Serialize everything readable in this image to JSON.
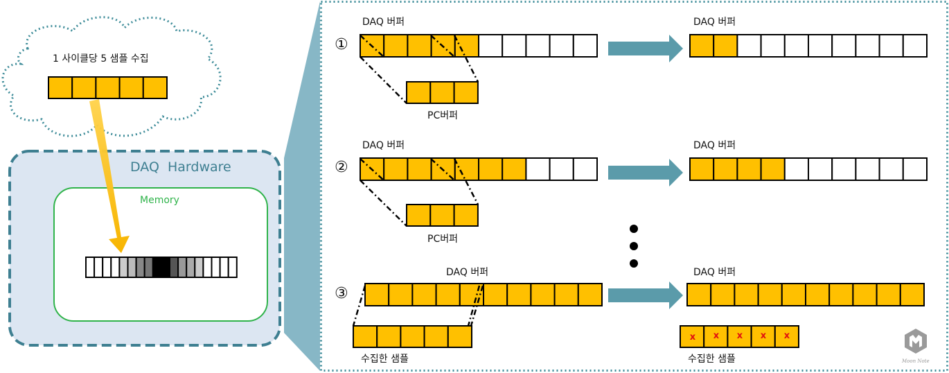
{
  "colors": {
    "fill": "#FFC000",
    "teal": "#3E7F91",
    "arrow": "#5B9BAA",
    "green": "#2FB34A",
    "hw_bg": "#DCE6F2",
    "x": "#E01010"
  },
  "left": {
    "cloud_text": "1 사이클당 5 샘플 수집",
    "hardware_title": "DAQ  Hardware",
    "memory_label": "Memory"
  },
  "rows": [
    {
      "num": "①",
      "daq_label": "DAQ 버퍼",
      "pc_label": "PC버퍼",
      "result_label": "DAQ 버퍼"
    },
    {
      "num": "②",
      "daq_label": "DAQ 버퍼",
      "pc_label": "PC버퍼",
      "result_label": "DAQ 버퍼"
    },
    {
      "num": "③",
      "daq_label": "DAQ 버퍼",
      "pc_label": "수집한 샘플",
      "result_label": "DAQ 버퍼",
      "lost_label": "수집한 샘플",
      "lost_mark": "x"
    }
  ],
  "watermark": "Moon Note"
}
